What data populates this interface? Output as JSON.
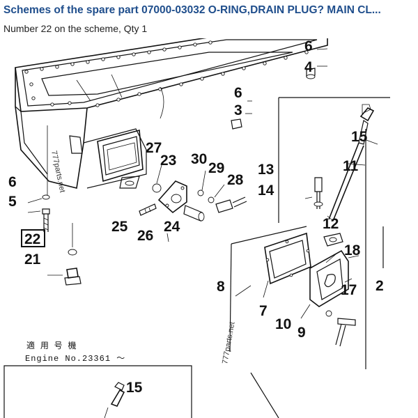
{
  "header": {
    "title": "Schemes of the spare part 07000-03032 O-RING,DRAIN PLUG? MAIN CL...",
    "subtitle": "Number 22 on the scheme, Qty 1"
  },
  "diagram": {
    "highlighted_label": "22",
    "labels": {
      "l6a": "6",
      "l4": "4",
      "l6b": "6",
      "l3": "3",
      "l15a": "15",
      "l11": "11",
      "l13": "13",
      "l14": "14",
      "l12": "12",
      "l18": "18",
      "l17": "17",
      "l2": "2",
      "l27": "27",
      "l23": "23",
      "l30": "30",
      "l29": "29",
      "l28": "28",
      "l6c": "6",
      "l5": "5",
      "l21": "21",
      "l25": "25",
      "l26": "26",
      "l24": "24",
      "l8": "8",
      "l7": "7",
      "l10": "10",
      "l9": "9",
      "l15b": "15"
    },
    "note_jp": "適 用 号 機",
    "note_engine": "Engine No.23361 ～",
    "watermark_a": "777parts.net",
    "watermark_b": "777parts.net"
  }
}
